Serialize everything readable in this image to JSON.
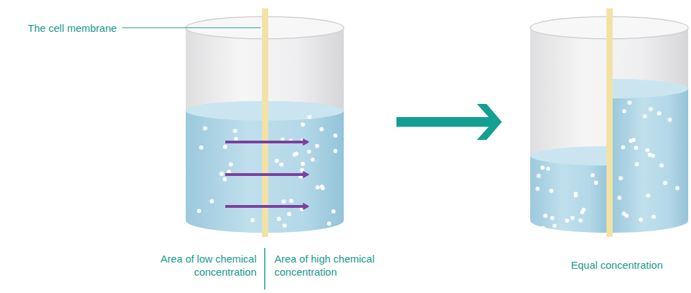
{
  "diagram": {
    "labels": [
      "The cell membrane",
      "Area of low chemical concentration",
      "Area of high chemical concentration",
      "Equal concentration"
    ]
  }
}
